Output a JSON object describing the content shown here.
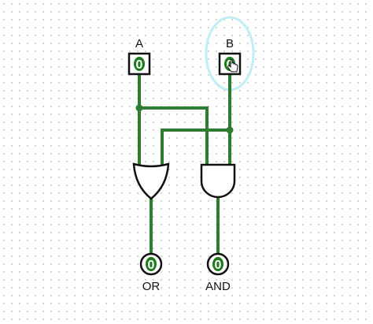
{
  "inputs": [
    {
      "label": "A",
      "value": "0"
    },
    {
      "label": "B",
      "value": "0"
    }
  ],
  "outputs": [
    {
      "label": "OR",
      "value": "0"
    },
    {
      "label": "AND",
      "value": "0"
    }
  ],
  "gates": [
    {
      "type": "OR"
    },
    {
      "type": "AND"
    }
  ],
  "colors": {
    "wire": "#2f7d32",
    "pin_fill": "#1f7a1f",
    "grid_dot": "#b8b8b8",
    "highlight": "#bfeff5"
  },
  "cursor_icon": "hand-pointer-icon"
}
